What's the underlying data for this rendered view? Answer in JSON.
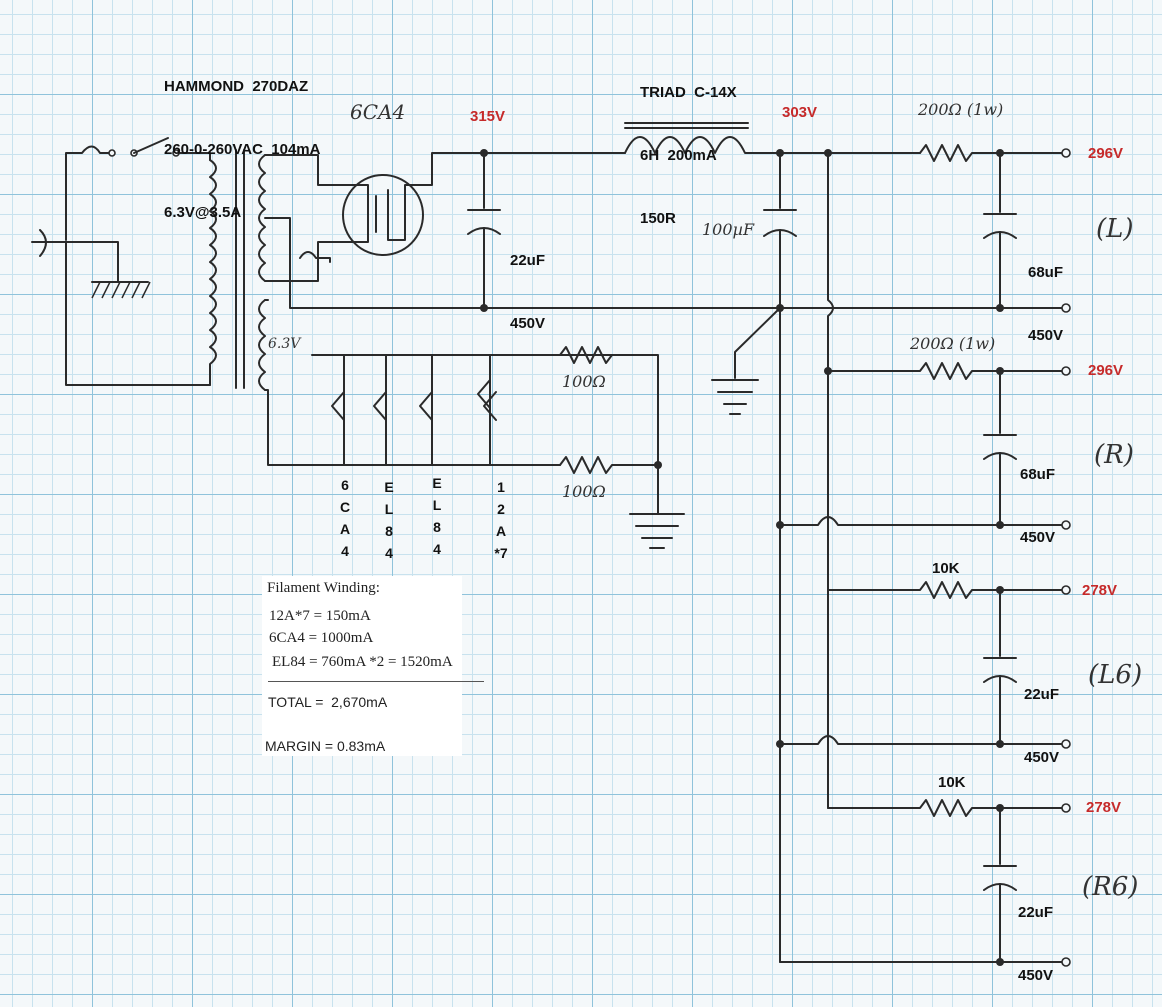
{
  "transformer": {
    "model": "HAMMOND  270DAZ",
    "rating": "260-0-260VAC  104mA",
    "heater": "6.3V@3.5A"
  },
  "choke": {
    "model": "TRIAD  C-14X",
    "rating": "6H  200mA",
    "dcr": "150R"
  },
  "rectifier": {
    "tube": "6CA4"
  },
  "heater_winding": {
    "label": "6.3V"
  },
  "voltages": {
    "v_rect": "315V",
    "v_choke": "303V",
    "v_L": "296V",
    "v_R": "296V",
    "v_L6": "278V",
    "v_R6": "278V"
  },
  "caps": {
    "c1": {
      "value": "22uF",
      "voltage": "450V"
    },
    "c_main": {
      "value": "100µF"
    },
    "c_L": {
      "value": "68uF",
      "voltage": "450V"
    },
    "c_R": {
      "value": "68uF",
      "voltage": "450V"
    },
    "c_L6": {
      "value": "22uF",
      "voltage": "450V"
    },
    "c_R6": {
      "value": "22uF",
      "voltage": "450V"
    }
  },
  "resistors": {
    "r_L": "200Ω (1w)",
    "r_R": "200Ω (1w)",
    "r_L6": "10K",
    "r_R6": "10K",
    "r_hum1": "100Ω",
    "r_hum2": "100Ω"
  },
  "channels": {
    "L": "(L)",
    "R": "(R)",
    "L6": "(L6)",
    "R6": "(R6)"
  },
  "heater_tubes": [
    "6CA4",
    "EL84",
    "EL84",
    "12A*7"
  ],
  "filament_notes": {
    "title": "Filament Winding:",
    "line1": "12A*7 = 150mA",
    "line2": "6CA4 = 1000mA",
    "line3": "EL84 = 760mA *2 = 1520mA",
    "total": "TOTAL =  2,670mA",
    "margin": "MARGIN = 0.83mA"
  }
}
